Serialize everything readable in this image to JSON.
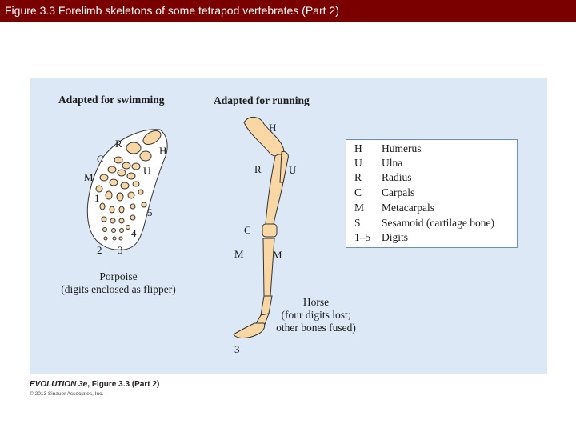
{
  "header": {
    "title": "Figure 3.3  Forelimb skeletons of some tetrapod vertebrates (Part 2)"
  },
  "figure": {
    "swimming": {
      "heading": "Adapted for swimming",
      "labels": {
        "R": "R",
        "H": "H",
        "C": "C",
        "U": "U",
        "M": "M",
        "d1": "1",
        "d5": "5",
        "d4": "4",
        "d2": "2",
        "d3": "3"
      },
      "caption_line1": "Porpoise",
      "caption_line2": "(digits enclosed as flipper)"
    },
    "running": {
      "heading": "Adapted for running",
      "labels": {
        "H": "H",
        "R": "R",
        "U": "U",
        "C": "C",
        "M_left": "M",
        "M_right": "M",
        "d3": "3"
      },
      "caption_line1": "Horse",
      "caption_line2": "(four digits lost;",
      "caption_line3": "other bones fused)"
    },
    "legend": [
      {
        "abbr": "H",
        "name": "Humerus"
      },
      {
        "abbr": "U",
        "name": "Ulna"
      },
      {
        "abbr": "R",
        "name": "Radius"
      },
      {
        "abbr": "C",
        "name": "Carpals"
      },
      {
        "abbr": "M",
        "name": "Metacarpals"
      },
      {
        "abbr": "S",
        "name": "Sesamoid (cartilage bone)"
      },
      {
        "abbr": "1–5",
        "name": "Digits"
      }
    ],
    "colors": {
      "bone": "#f8d7a5",
      "outline": "#333333",
      "panel": "#dce8f6",
      "title_bar": "#7a0000"
    }
  },
  "credit": {
    "book": "EVOLUTION 3e",
    "figure": ", Figure 3.3 (Part 2)",
    "copyright": "© 2013 Sinauer Associates, Inc."
  }
}
